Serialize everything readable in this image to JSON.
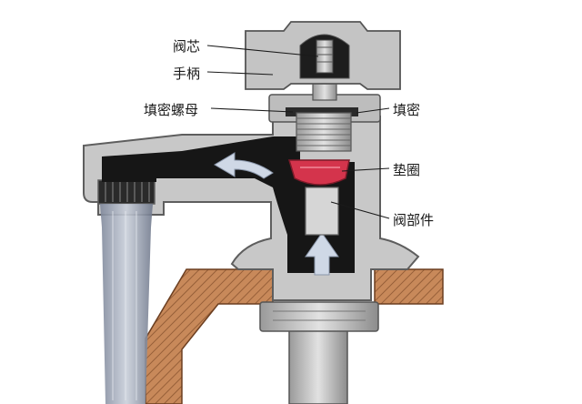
{
  "labels": {
    "valve_core": "阀芯",
    "handle": "手柄",
    "packing_nut": "填密螺母",
    "packing": "填密",
    "washer": "垫圈",
    "valve_part": "阀部件"
  },
  "colors": {
    "body_outline": "#6b6b6b",
    "body_fill": "#c8c8c8",
    "cavity": "#161616",
    "washer": "#d4344c",
    "counter": "#c8895a",
    "water": "#8f97a8",
    "flow_arrow": "#cfd8e6"
  }
}
